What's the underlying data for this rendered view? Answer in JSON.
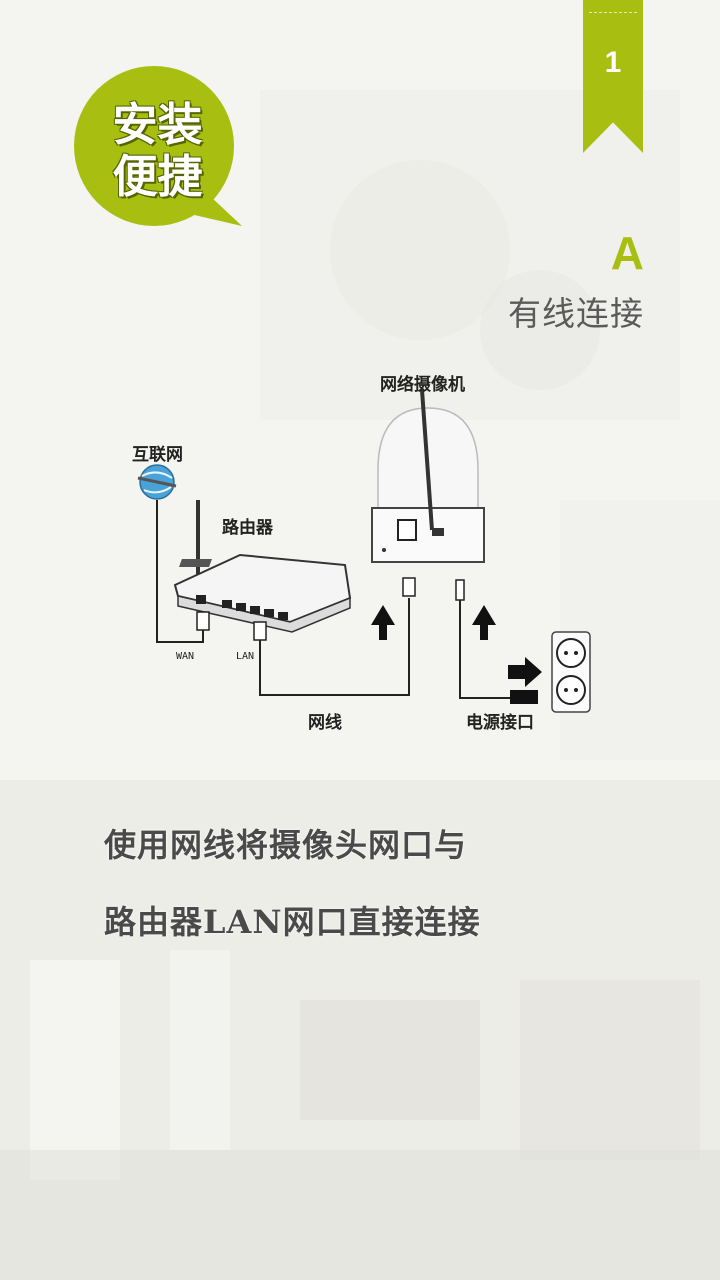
{
  "page_number": "1",
  "badge": {
    "line1": "安装",
    "line2": "便捷"
  },
  "section": {
    "letter": "A",
    "subtitle": "有线连接"
  },
  "diagram": {
    "internet": "互联网",
    "router": "路由器",
    "camera": "网络摄像机",
    "wan": "WAN",
    "lan": "LAN",
    "cable": "网线",
    "power": "电源接口"
  },
  "caption": {
    "line1": "使用网线将摄像头网口与",
    "line2": "路由器LAN网口直接连接"
  },
  "colors": {
    "accent": "#a8bf12",
    "text": "#4a4a4a"
  }
}
